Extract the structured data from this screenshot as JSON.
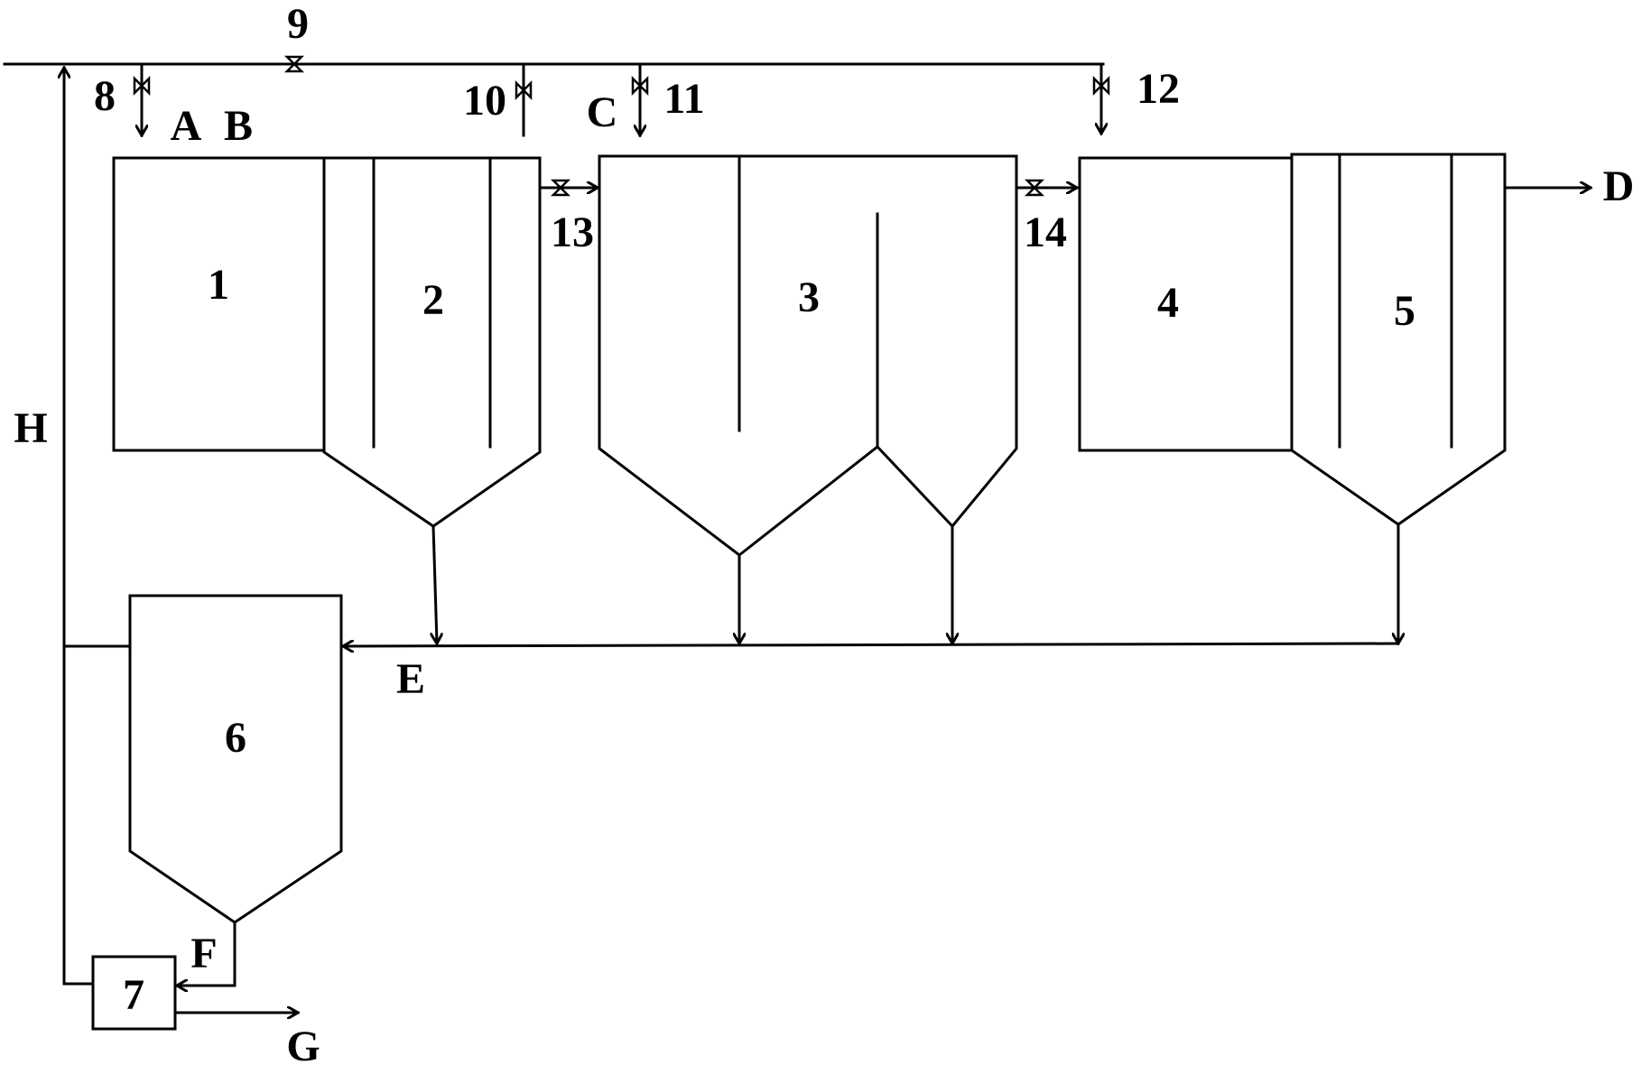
{
  "diagram": {
    "units": [
      "1",
      "2",
      "3",
      "4",
      "5",
      "6",
      "7"
    ],
    "valves": [
      "8",
      "9",
      "10",
      "11",
      "12",
      "13",
      "14"
    ],
    "streams": [
      "A",
      "B",
      "C",
      "D",
      "E",
      "F",
      "G",
      "H"
    ]
  }
}
